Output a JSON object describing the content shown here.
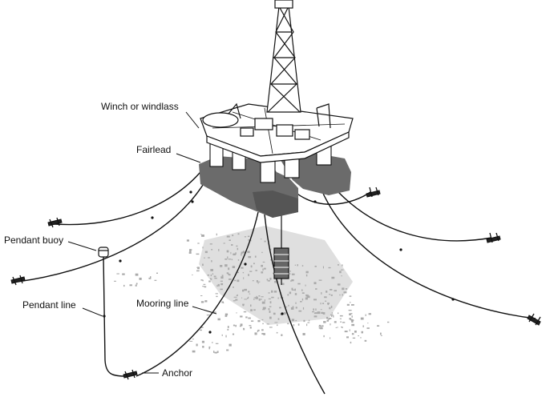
{
  "labels": {
    "winch": "Winch or windlass",
    "fairlead": "Fairlead",
    "pendant_buoy": "Pendant buoy",
    "pendant_line": "Pendant line",
    "mooring_line": "Mooring line",
    "anchor": "Anchor"
  },
  "colors": {
    "hull": "#6b6b6b",
    "hull_dark": "#555555",
    "line": "#111111",
    "seabed": "#bdbdbd",
    "background": "#ffffff"
  },
  "icons": [
    "anchor-icon",
    "buoy-icon",
    "derrick-icon",
    "drill-string-icon"
  ]
}
